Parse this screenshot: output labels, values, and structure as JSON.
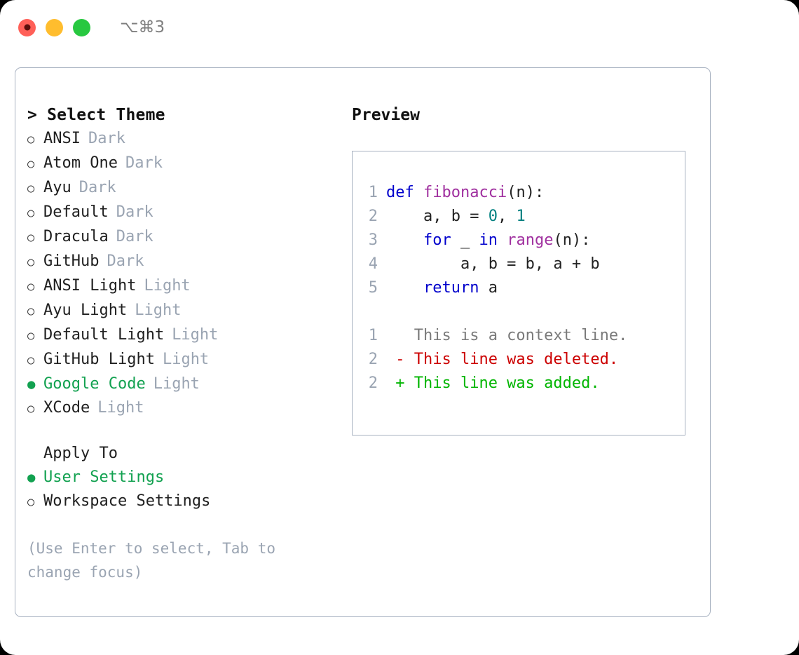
{
  "titlebar": {
    "shortcut": "⌥⌘3",
    "buttons": [
      {
        "name": "close",
        "color": "#FF6058"
      },
      {
        "name": "minimize",
        "color": "#FFBD2E"
      },
      {
        "name": "zoom",
        "color": "#28C840"
      }
    ]
  },
  "theme_picker": {
    "header": "> Select Theme",
    "options": [
      {
        "marker": "○",
        "selected": false,
        "label": "ANSI",
        "variant": "Dark"
      },
      {
        "marker": "○",
        "selected": false,
        "label": "Atom One",
        "variant": "Dark"
      },
      {
        "marker": "○",
        "selected": false,
        "label": "Ayu",
        "variant": "Dark"
      },
      {
        "marker": "○",
        "selected": false,
        "label": "Default",
        "variant": "Dark"
      },
      {
        "marker": "○",
        "selected": false,
        "label": "Dracula",
        "variant": "Dark"
      },
      {
        "marker": "○",
        "selected": false,
        "label": "GitHub",
        "variant": "Dark"
      },
      {
        "marker": "○",
        "selected": false,
        "label": "ANSI Light",
        "variant": "Light"
      },
      {
        "marker": "○",
        "selected": false,
        "label": "Ayu Light",
        "variant": "Light"
      },
      {
        "marker": "○",
        "selected": false,
        "label": "Default Light",
        "variant": "Light"
      },
      {
        "marker": "○",
        "selected": false,
        "label": "GitHub Light",
        "variant": "Light"
      },
      {
        "marker": "●",
        "selected": true,
        "label": "Google Code",
        "variant": "Light"
      },
      {
        "marker": "○",
        "selected": false,
        "label": "XCode",
        "variant": "Light"
      }
    ]
  },
  "apply_to": {
    "header": "Apply To",
    "options": [
      {
        "marker": "●",
        "selected": true,
        "label": "User Settings"
      },
      {
        "marker": "○",
        "selected": false,
        "label": "Workspace Settings"
      }
    ]
  },
  "hint": "(Use Enter to select, Tab to change focus)",
  "preview": {
    "title": "Preview",
    "code_lines": [
      {
        "no": "1",
        "tokens": [
          {
            "t": "def ",
            "c": "kw"
          },
          {
            "t": "fibonacci",
            "c": "fn"
          },
          {
            "t": "(n):",
            "c": "pl"
          }
        ]
      },
      {
        "no": "2",
        "tokens": [
          {
            "t": "    a, b = ",
            "c": "pl"
          },
          {
            "t": "0",
            "c": "num"
          },
          {
            "t": ", ",
            "c": "pl"
          },
          {
            "t": "1",
            "c": "num"
          }
        ]
      },
      {
        "no": "3",
        "tokens": [
          {
            "t": "    ",
            "c": "pl"
          },
          {
            "t": "for",
            "c": "kw"
          },
          {
            "t": " _ ",
            "c": "pl"
          },
          {
            "t": "in",
            "c": "kw"
          },
          {
            "t": " ",
            "c": "pl"
          },
          {
            "t": "range",
            "c": "fn"
          },
          {
            "t": "(n):",
            "c": "pl"
          }
        ]
      },
      {
        "no": "4",
        "tokens": [
          {
            "t": "        a, b = b, a + b",
            "c": "pl"
          }
        ]
      },
      {
        "no": "5",
        "tokens": [
          {
            "t": "    ",
            "c": "pl"
          },
          {
            "t": "return",
            "c": "kw"
          },
          {
            "t": " a",
            "c": "pl"
          }
        ]
      }
    ],
    "diff_lines": [
      {
        "no": "1",
        "tokens": [
          {
            "t": "   This is a context line.",
            "c": "ctx"
          }
        ]
      },
      {
        "no": "2",
        "tokens": [
          {
            "t": " - This line was deleted.",
            "c": "del"
          }
        ]
      },
      {
        "no": "2",
        "tokens": [
          {
            "t": " + This line was added.",
            "c": "add"
          }
        ]
      }
    ]
  },
  "colors": {
    "accent_green": "#12A150",
    "keyword": "#0000CC",
    "function": "#A0309F",
    "number": "#008080",
    "deleted": "#CC0000",
    "added": "#00B500",
    "muted": "#9AA4B2",
    "border": "#A8B2C1"
  }
}
